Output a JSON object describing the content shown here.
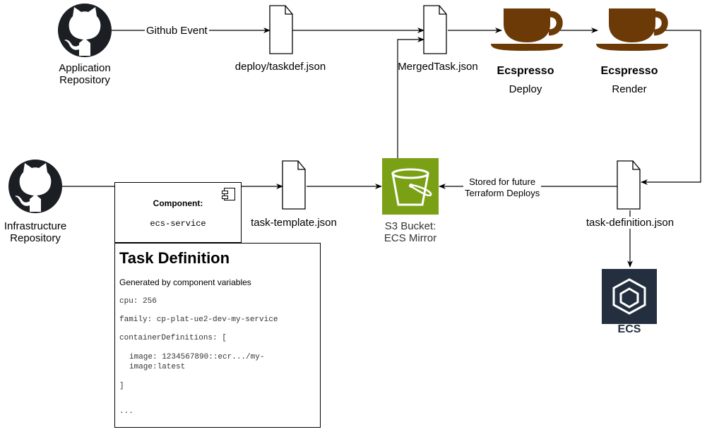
{
  "nodes": {
    "app_repo": "Application\nRepository",
    "infra_repo": "Infrastructure\nRepository",
    "deploy_taskdef": "deploy/taskdef.json",
    "merged_task": "MergedTask.json",
    "ecspresso_deploy_title": "Ecspresso",
    "ecspresso_deploy_sub": "Deploy",
    "ecspresso_render_title": "Ecspresso",
    "ecspresso_render_sub": "Render",
    "task_template": "task-template.json",
    "s3_bucket": "S3 Bucket:\nECS Mirror",
    "task_definition": "task-definition.json",
    "ecs": "ECS"
  },
  "edges": {
    "github_event": "Github Event",
    "stored_for_future": "Stored for future\nTerraform Deploys"
  },
  "component": {
    "heading": "Component:",
    "name": "ecs-service"
  },
  "note": {
    "title": "Task Definition",
    "subtitle": "Generated by component variables",
    "lines": [
      "cpu: 256",
      "family: cp-plat-ue2-dev-my-service",
      "containerDefinitions: [",
      "image: 1234567890::ecr.../my-image:latest",
      "]",
      "..."
    ]
  },
  "colors": {
    "coffee": "#6b3a06",
    "s3_green": "#7aa116",
    "ecs_dark": "#232f3e",
    "github": "#1b1f23"
  }
}
